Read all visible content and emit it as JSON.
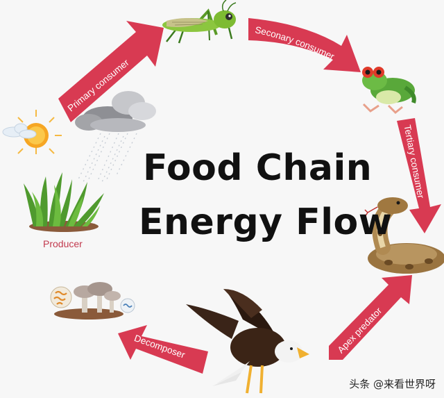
{
  "title": {
    "line1": "Food Chain",
    "line2": "Energy Flow"
  },
  "stages": [
    {
      "id": "producer",
      "label": "Producer",
      "icon": "grass-icon"
    },
    {
      "id": "primary",
      "label": "Primary consumer",
      "icon": "grasshopper-icon"
    },
    {
      "id": "secondary",
      "label": "Seconary consumer",
      "icon": "frog-icon"
    },
    {
      "id": "tertiary",
      "label": "Tertiary consumer",
      "icon": "snake-icon"
    },
    {
      "id": "apex",
      "label": "Apex predator",
      "icon": "eagle-icon"
    },
    {
      "id": "decomposer",
      "label": "Decomposer",
      "icon": "mushroom-icon"
    }
  ],
  "extra_icons": [
    "sun-icon",
    "rain-cloud-icon"
  ],
  "watermark": "头条 @来看世界呀",
  "colors": {
    "arrow": "#d83a52",
    "label": "#c23a4e",
    "title": "#111111",
    "background": "#f7f7f7"
  }
}
